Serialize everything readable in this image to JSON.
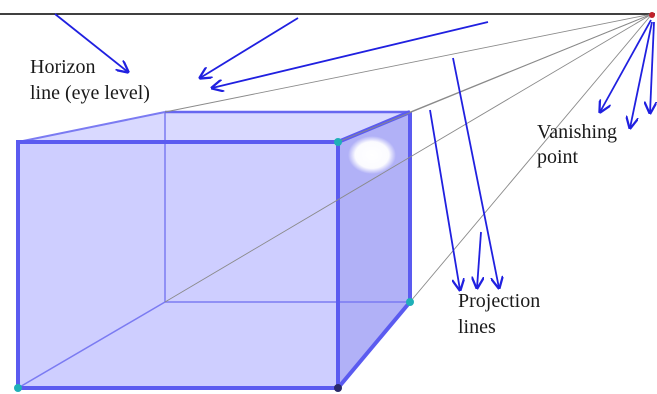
{
  "diagram": {
    "labels": {
      "horizon_line_1": "Horizon",
      "horizon_line_2": "line (eye level)",
      "vanishing_point_1": "Vanishing",
      "vanishing_point_2": "point",
      "projection_lines_1": "Projection",
      "projection_lines_2": "lines"
    },
    "colors": {
      "cube_edge": "#5b5bf0",
      "cube_face": "#c9c9ff",
      "cube_side_face": "#a7a7f6",
      "arrow": "#2020e0",
      "horizon": "#000000",
      "projection_line": "#8a8a8a",
      "vertex_marker": "#1fb0b8",
      "vanishing_point_marker": "#c0202a",
      "highlight": "#ffffff"
    }
  }
}
